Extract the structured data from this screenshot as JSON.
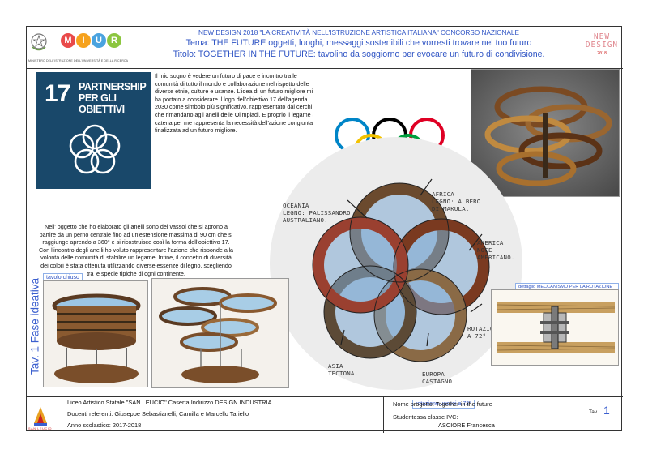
{
  "header": {
    "line1": "NEW DESIGN 2018 \"LA CREATIVITÀ NELL'ISTRUZIONE ARTISTICA ITALIANA\" CONCORSO NAZIONALE",
    "line2": "Tema: THE FUTURE oggetti, luoghi, messaggi sostenibili che vorresti trovare nel tuo futuro",
    "line3": "Titolo: TOGETHER IN THE FUTURE: tavolino da soggiorno per evocare un futuro di condivisione.",
    "ministry": "MINISTERO DELL'ISTRUZIONE DELL'UNIVERSITÀ E DELLA RICERCA",
    "miur_letters": [
      "M",
      "I",
      "U",
      "R"
    ],
    "miur_colors": [
      "#e94a4a",
      "#f6a21d",
      "#4aa3df",
      "#8cc63f"
    ],
    "nd_word1": "NEW",
    "nd_word2": "DESIGN",
    "nd_year": "2018"
  },
  "side_title": "Tav. 1   Fase ideativa",
  "sdg": {
    "number": "17",
    "title": "PARTNERSHIP PER GLI OBIETTIVI",
    "color": "#19486a"
  },
  "paragraph1": "Il mio sogno è vedere un futuro di pace e incontro tra le comunità di tutto il mondo e collaborazione nel rispetto delle diverse etnie, culture e usanze. L'idea di un futuro migliore mi ha portato a considerare il logo dell'obiettivo 17 dell'agenda 2030 come simbolo più significativo, rappresentato dai cerchi che rimandano agli anelli delle Olimpiadi. E proprio il legame a catena per me rappresenta la necessità dell'azione congiunta finalizzata ad un futuro migliore.",
  "paragraph2": "Nell' oggetto che ho elaborato gli anelli sono dei vassoi che si aprono a partire da un perno centrale fino ad un'estensione massima di 90 cm che si raggiunge aprendo a 360° e si ricostruisce così la forma dell'obiettivo 17. Con l'incontro degli anelli ho voluto rappresentare l'azione che risponde alla volontà delle comunità di stabilire un legame. Infine, il concetto di diversità dei colori è stata ottenuta utilizzando diverse essenze di legno, scegliendo tra le specie tipiche di ogni continente.",
  "callouts": {
    "closed": "tavolo chiuso",
    "rotation": "rotazione vassoi a 72°",
    "detail": "dettaglio MECCANISMO PER LA ROTAZIONE DEI VASSOI"
  },
  "sketch_labels": {
    "oceania": "OCEANIA\nLEGNO: PALISSANDRO\nAUSTRALIANO.",
    "africa": "AFRICA\nLEGNO: ALBERO\nDI MAKULA.",
    "america": "AMERICA\nNOCE\nAMERICANO.",
    "rotation": "ROTAZIONE\nA 72°",
    "asia": "ASIA\nTECTONA.",
    "europa": "EUROPA\nCASTAGNO."
  },
  "olympic_colors": [
    "#0085c7",
    "#000000",
    "#df0024",
    "#f4c300",
    "#009f3d"
  ],
  "footer": {
    "school": "Liceo Artistico Statale \"SAN LEUCIO\" Caserta Indirizzo DESIGN INDUSTRIA",
    "teachers": "Docenti referenti: Giuseppe Sebastianelli, Camilla e Marcello Tariello",
    "year": "Anno scolastico: 2017-2018",
    "project": "Nome progetto: Together in the future",
    "student_label": "Studentessa classe IVC:",
    "student_name": "ASCIORE Francesca",
    "tav_label": "Tav.",
    "tav_number": "1",
    "school_logo_text": "SAN LEUCIO"
  }
}
